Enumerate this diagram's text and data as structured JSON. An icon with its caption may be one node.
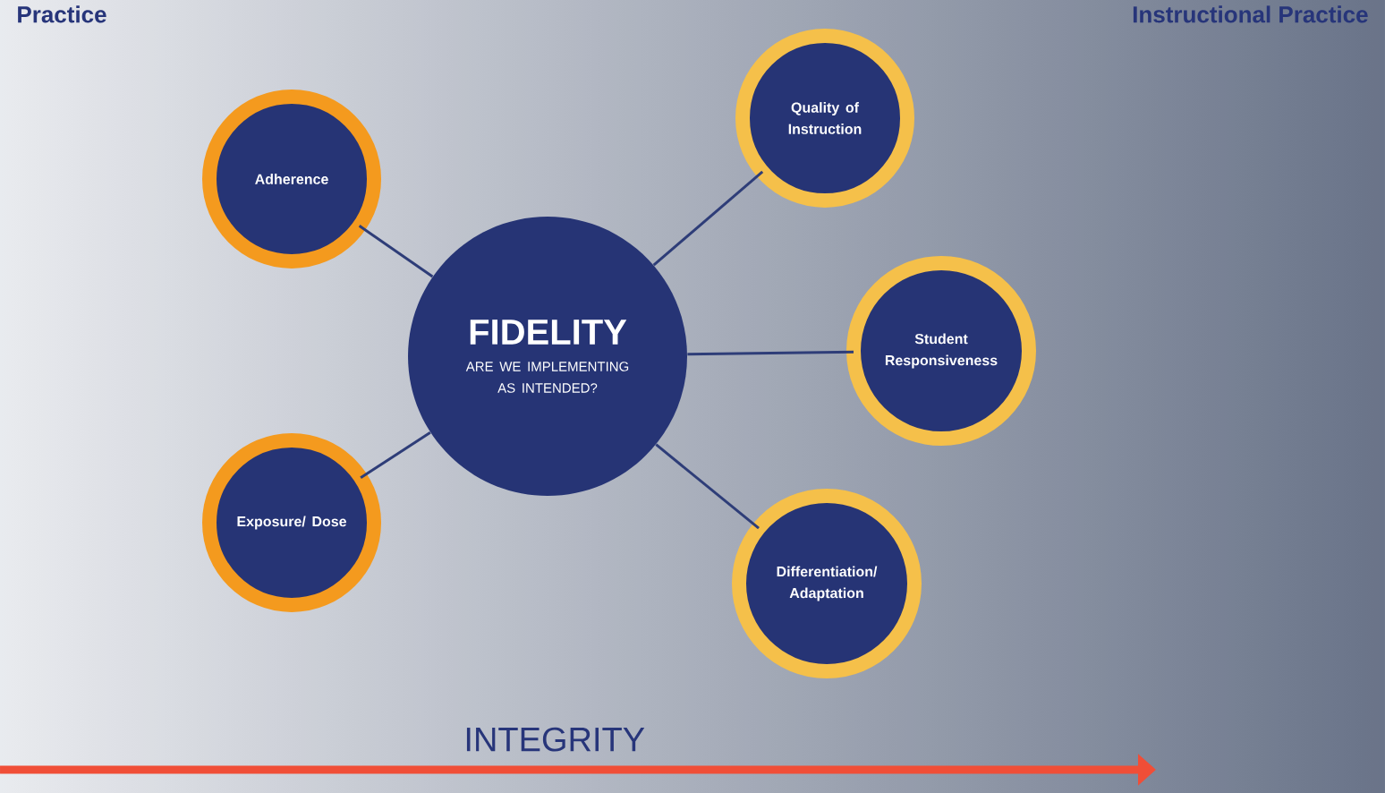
{
  "diagram": {
    "nodes": [
      {
        "text": [
          "FIDELITY",
          "ARE WE IMPLEMENTING AS INTENDED?"
        ]
      },
      {
        "text": [
          "Adherence"
        ]
      },
      {
        "text": [
          "Exposure/ Dose"
        ]
      },
      {
        "text": [
          "Quality of Instruction"
        ]
      },
      {
        "text": [
          "Student Responsiveness"
        ]
      },
      {
        "text": [
          "Differentiation/ Adaptation"
        ]
      }
    ],
    "edges": [
      {
        "from": 0,
        "to": 1,
        "arrow": "none"
      },
      {
        "from": 0,
        "to": 2,
        "arrow": "none"
      },
      {
        "from": 0,
        "to": 3,
        "arrow": "none"
      },
      {
        "from": 0,
        "to": 4,
        "arrow": "none"
      },
      {
        "from": 0,
        "to": 5,
        "arrow": "none"
      }
    ],
    "labels": [
      "Practice",
      "Instructional Practice",
      "INTEGRITY"
    ]
  }
}
